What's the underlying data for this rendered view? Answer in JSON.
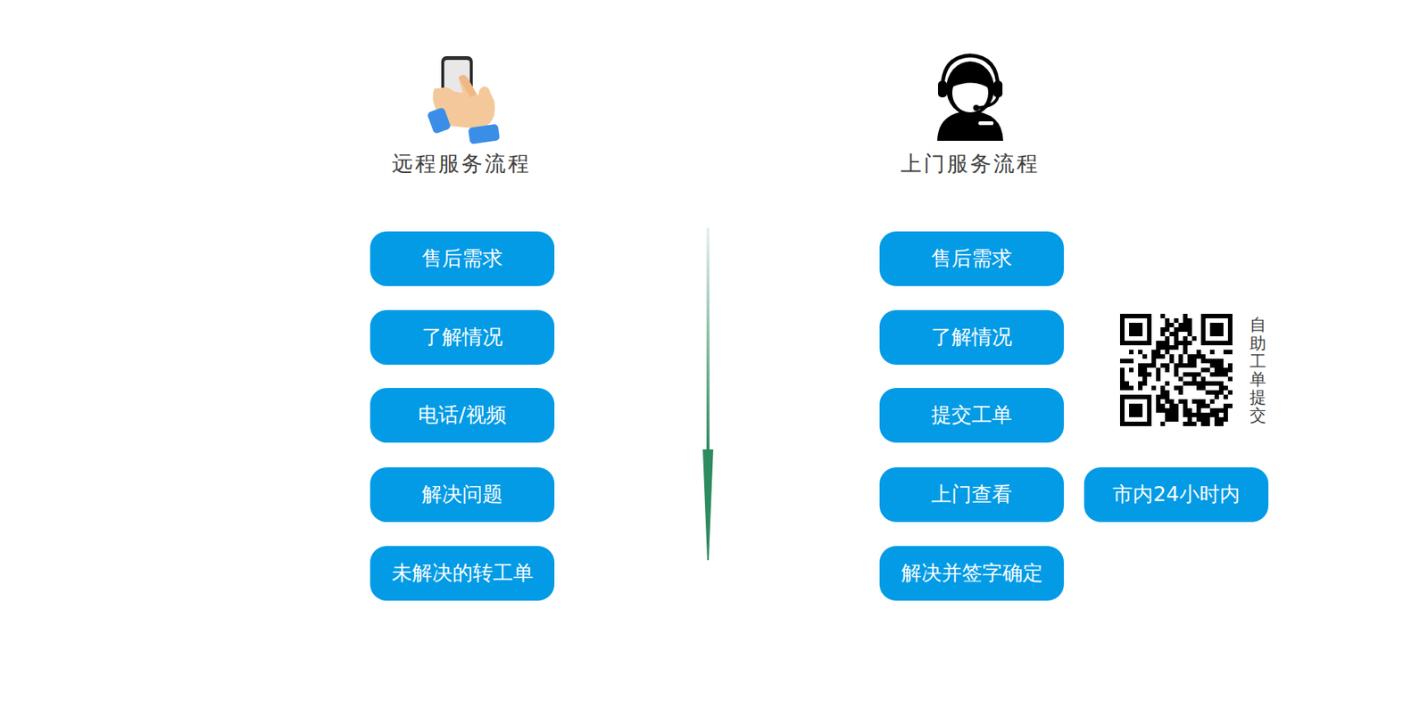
{
  "diagram": {
    "nodes": [
      {
        "text": [
          "售后需求"
        ]
      },
      {
        "text": [
          "了解情况"
        ]
      },
      {
        "text": [
          "电话/视频"
        ]
      },
      {
        "text": [
          "解决问题"
        ]
      },
      {
        "text": [
          "未解决的转工单"
        ]
      },
      {
        "text": [
          "售后需求"
        ]
      },
      {
        "text": [
          "了解情况"
        ]
      },
      {
        "text": [
          "提交工单"
        ]
      },
      {
        "text": [
          "上门查看"
        ]
      },
      {
        "text": [
          "解决并签字确定"
        ]
      },
      {
        "text": [
          "市内24小时内"
        ]
      }
    ],
    "labels": [
      "远程服务流程",
      "上门服务流程",
      "自助工单提交"
    ]
  }
}
